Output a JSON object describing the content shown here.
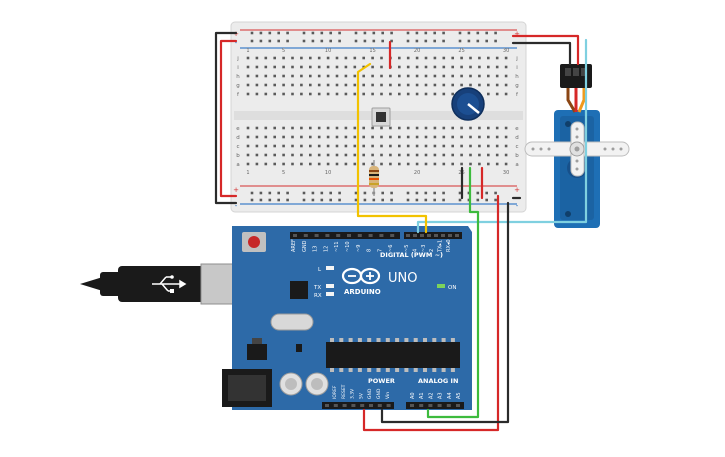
{
  "colors": {
    "background": "#ffffff",
    "breadboard": "#ececec",
    "breadboard_edge": "#d4d4d4",
    "hole": "#5a5a5a",
    "rail_red": "#d32f2f",
    "rail_blue": "#1565c0",
    "board": "#2d6aa8",
    "board_dark": "#1f4f82",
    "header": "#1a1a1a",
    "wire_red": "#d62828",
    "wire_black": "#2b2b2b",
    "wire_yellow": "#f2c200",
    "wire_green": "#3dbb3d",
    "wire_cyan": "#7fd0e0",
    "servo_body": "#1e6fb5",
    "servo_horn": "#f2f2f2",
    "pot_knob": "#17407a",
    "usb_plug": "#1a1a1a"
  },
  "breadboard": {
    "columns": [
      "1",
      "5",
      "10",
      "15",
      "20",
      "25",
      "30"
    ],
    "row_letters_top": [
      "j",
      "i",
      "h",
      "g",
      "f"
    ],
    "row_letters_bottom": [
      "e",
      "d",
      "c",
      "b",
      "a"
    ],
    "rail_signs": [
      "+",
      "-"
    ]
  },
  "arduino": {
    "logo_text": "ARDUINO",
    "model": "UNO",
    "digital_label": "DIGITAL (PWM ~)",
    "power_label": "POWER",
    "analog_label": "ANALOG IN",
    "on_label": "ON",
    "led_labels": [
      "L",
      "TX",
      "RX"
    ],
    "digital_pins": [
      "AREF",
      "GND",
      "13",
      "12",
      "~11",
      "~10",
      "~9",
      "8",
      "7",
      "~6",
      "~5",
      "4",
      "~3",
      "2",
      "TX▸1",
      "RX◂0"
    ],
    "power_pins": [
      "IOREF",
      "RESET",
      "3.3V",
      "5V",
      "GND",
      "GND",
      "Vin"
    ],
    "analog_pins": [
      "A0",
      "A1",
      "A2",
      "A3",
      "A4",
      "A5"
    ]
  },
  "components": [
    "pushbutton",
    "potentiometer",
    "resistor",
    "servo",
    "usb-cable"
  ]
}
